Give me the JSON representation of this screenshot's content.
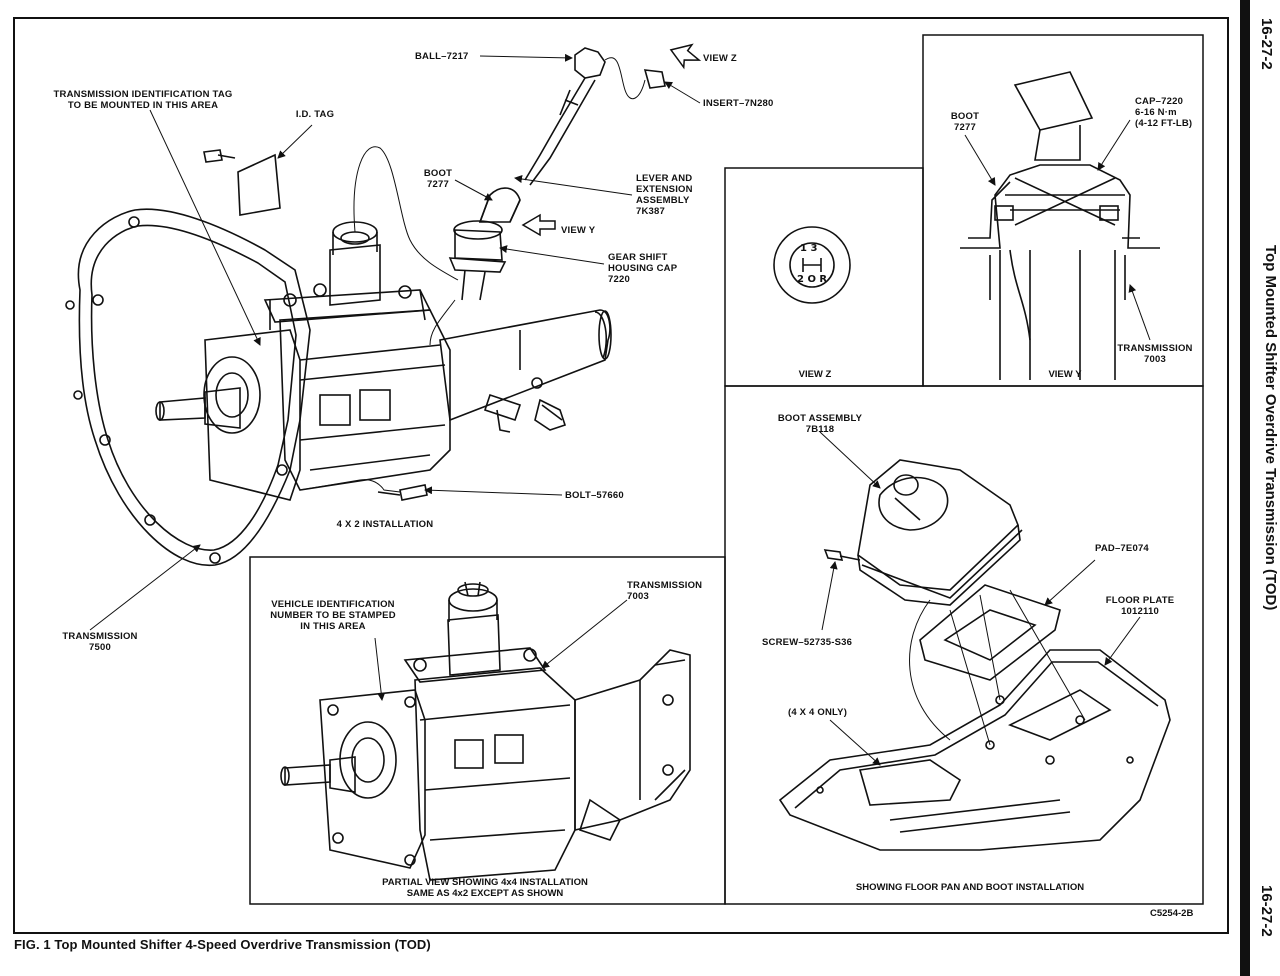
{
  "figure": {
    "caption": "FIG. 1 Top Mounted Shifter 4-Speed Overdrive Transmission (TOD)",
    "code": "C5254-2B",
    "page_number_top": "16-27-2",
    "page_number_bottom": "16-27-2",
    "side_title": "Top Mounted Shifter Overdrive Transmission (TOD)"
  },
  "labels": {
    "ball": "BALL–7217",
    "view_z_arrow": "VIEW Z",
    "insert": "INSERT–7N280",
    "trans_id_tag_1": "TRANSMISSION IDENTIFICATION TAG",
    "trans_id_tag_2": "TO BE MOUNTED IN THIS AREA",
    "id_tag": "I.D. TAG",
    "boot_1": "BOOT",
    "boot_2": "7277",
    "lever_1": "LEVER AND",
    "lever_2": "EXTENSION",
    "lever_3": "ASSEMBLY",
    "lever_4": "7K387",
    "view_y_arrow": "VIEW Y",
    "gear_cap_1": "GEAR SHIFT",
    "gear_cap_2": "HOUSING CAP",
    "gear_cap_3": "7220",
    "bolt": "BOLT–57660",
    "install_4x2": "4 X 2 INSTALLATION",
    "transmission_7500_1": "TRANSMISSION",
    "transmission_7500_2": "7500",
    "vin_1": "VEHICLE IDENTIFICATION",
    "vin_2": "NUMBER TO BE STAMPED",
    "vin_3": "IN THIS AREA",
    "transmission_7003a_1": "TRANSMISSION",
    "transmission_7003a_2": "7003",
    "partial_1": "PARTIAL VIEW SHOWING 4x4 INSTALLATION",
    "partial_2": "SAME AS 4x2 EXCEPT AS SHOWN",
    "view_z_panel": "VIEW Z",
    "view_y_panel": "VIEW Y",
    "boot_y_1": "BOOT",
    "boot_y_2": "7277",
    "cap_1": "CAP–7220",
    "cap_2": "6-16 N·m",
    "cap_3": "(4-12 FT-LB)",
    "transmission_7003b_1": "TRANSMISSION",
    "transmission_7003b_2": "7003",
    "boot_assy_1": "BOOT ASSEMBLY",
    "boot_assy_2": "7B118",
    "pad": "PAD–7E074",
    "floor_plate_1": "FLOOR PLATE",
    "floor_plate_2": "1012110",
    "screw": "SCREW–52735-S36",
    "four_by_four": "(4 X 4 ONLY)",
    "floor_pan": "SHOWING FLOOR PAN AND BOOT INSTALLATION"
  },
  "shift_pattern": {
    "top": "1  3",
    "bottom": "2 O R"
  }
}
